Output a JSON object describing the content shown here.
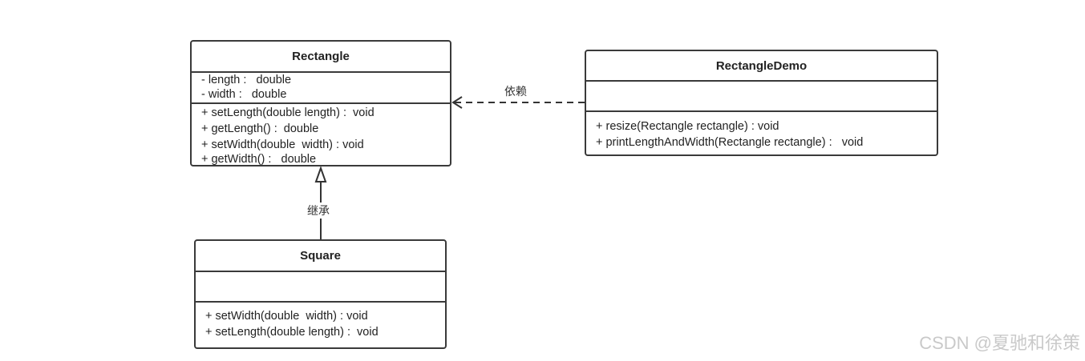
{
  "classes": {
    "rectangle": {
      "name": "Rectangle",
      "attributes": [
        "- length :   double",
        "- width :   double"
      ],
      "methods": [
        "+ setLength(double length) :  void",
        "+ getLength() :  double",
        "+ setWidth(double  width) : void",
        "+ getWidth() :   double"
      ]
    },
    "rectangle_demo": {
      "name": "RectangleDemo",
      "attributes": [],
      "methods": [
        "+ resize(Rectangle rectangle) : void",
        "+ printLengthAndWidth(Rectangle rectangle) :   void"
      ]
    },
    "square": {
      "name": "Square",
      "attributes": [],
      "methods": [
        "+ setWidth(double  width) : void",
        "+ setLength(double length) :  void"
      ]
    }
  },
  "relations": {
    "dependency_label": "依赖",
    "inheritance_label": "继承"
  },
  "watermark": "CSDN @夏驰和徐策"
}
